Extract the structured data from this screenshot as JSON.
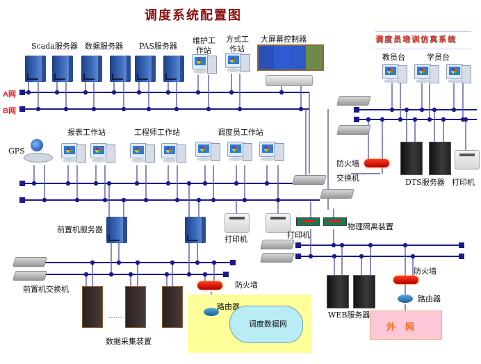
{
  "title": "调度系统配置图",
  "networks": {
    "a": "A网",
    "b": "B网"
  },
  "top_section": {
    "servers": [
      {
        "label": "Scada服务器",
        "count": 2
      },
      {
        "label": "数据服务器",
        "count": 2
      },
      {
        "label": "PAS服务器",
        "count": 2
      }
    ],
    "workstations": [
      {
        "label_line1": "维护工",
        "label_line2": "作站"
      },
      {
        "label_line1": "方式工",
        "label_line2": "作站"
      }
    ],
    "big_screen": "大屏幕控制器"
  },
  "training_system": {
    "title": "调度员培训仿真系统",
    "teacher": "教员台",
    "student": "学员台",
    "dts_server": "DTS服务器",
    "printer": "打印机"
  },
  "middle_section": {
    "gps": "GPS",
    "report_ws": "报表工作站",
    "engineer_ws": "工程师工作站",
    "dispatcher_ws": "调度员工作站",
    "firewall": "防火墙",
    "switch": "交换机",
    "printer_1": "打印机",
    "printer_2": "打印机",
    "isolation": "物理隔离装置"
  },
  "lower_section": {
    "front_server": "前置机服务器",
    "front_switch": "前置机交换机",
    "collector": "数据采集装置",
    "ellipsis": "……",
    "firewall": "防火墙",
    "router": "路由器",
    "dispatch_network": "调度数据网",
    "web_server": "WEB服务器",
    "firewall_2": "防火墙",
    "router_2": "路由器",
    "external_network": "外网"
  },
  "colors": {
    "wire": "#1a1a8c",
    "title": "#8b1010",
    "ab_label": "#e8222a",
    "yellow_zone": "#ffff99",
    "pink_zone": "#ffc8d8"
  }
}
